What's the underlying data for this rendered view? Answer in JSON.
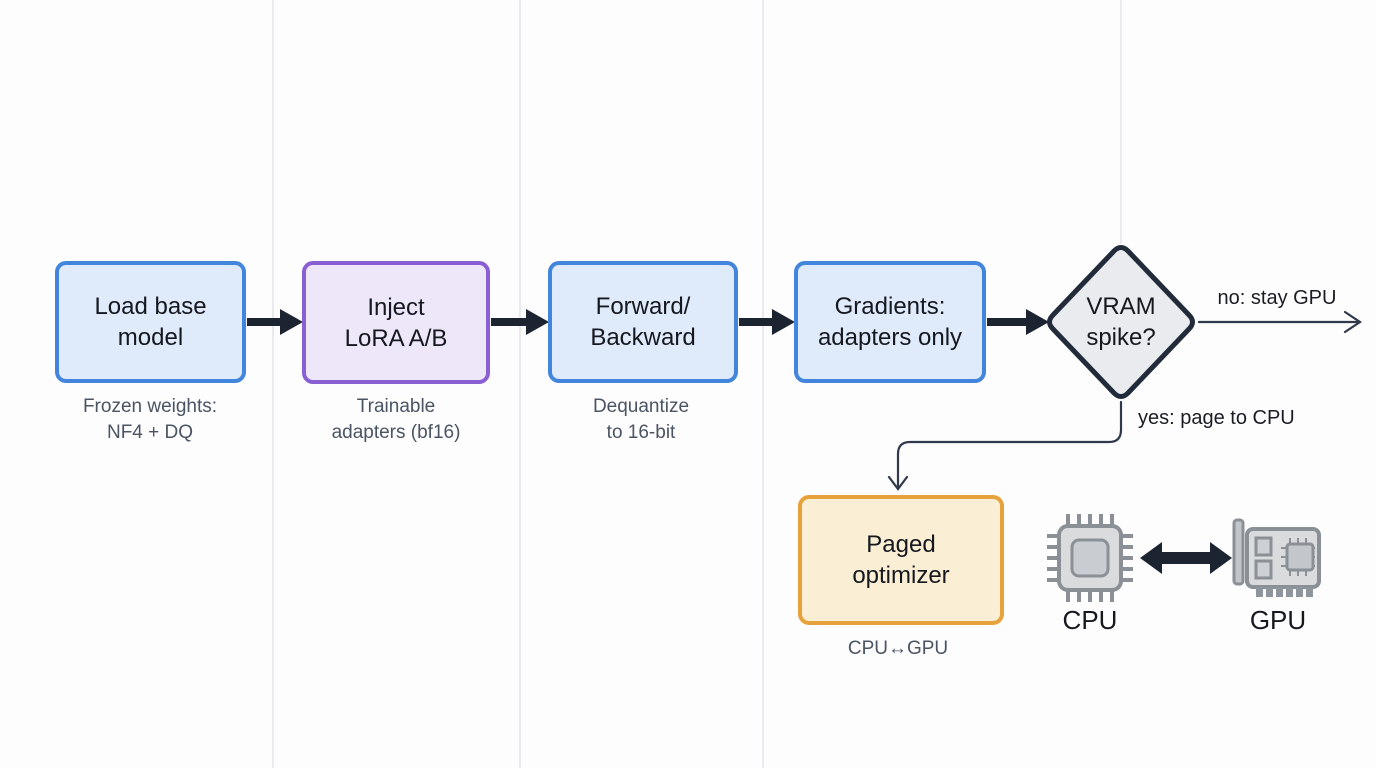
{
  "canvas": {
    "background": "#fdfdfe"
  },
  "colors": {
    "divider": "#e8eaed",
    "thick_arrow": "#1d2431",
    "edge_line": "#2f3949",
    "blue_border": "#4285dd",
    "blue_fill": "#dfeafb",
    "purple_border": "#8a5fd4",
    "purple_fill": "#eee7fa",
    "orange_border": "#e8a23c",
    "orange_fill": "#faeed4",
    "diamond_border": "#222b3a",
    "diamond_fill": "#e9ebee",
    "caption_text": "#4a5462",
    "label_text": "#15181e",
    "icon_gray": "#8a9096"
  },
  "flow": {
    "steps": [
      {
        "label": "Load base\nmodel",
        "caption": "Frozen weights:\nNF4 + DQ"
      },
      {
        "label": "Inject\nLoRA A/B",
        "caption": "Trainable\nadapters (bf16)"
      },
      {
        "label": "Forward/\nBackward",
        "caption": "Dequantize\nto 16-bit"
      },
      {
        "label": "Gradients:\nadapters only",
        "caption": ""
      }
    ],
    "decision": {
      "label": "VRAM\nspike?",
      "no_branch": "no: stay GPU",
      "yes_branch": "yes: page to CPU"
    },
    "optimizer": {
      "label": "Paged\noptimizer",
      "caption": "CPU↔GPU"
    },
    "hardware": {
      "cpu": "CPU",
      "gpu": "GPU"
    }
  }
}
